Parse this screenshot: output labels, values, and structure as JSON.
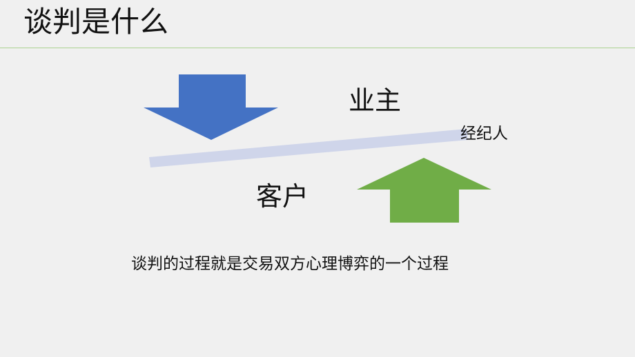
{
  "slide": {
    "title": "谈判是什么",
    "caption": "谈判的过程就是交易双方心理博弈的一个过程"
  },
  "diagram": {
    "labels": {
      "owner": "业主",
      "agent": "经纪人",
      "client": "客户"
    },
    "arrows": {
      "down": {
        "direction": "down",
        "color": "#4472c4"
      },
      "up": {
        "direction": "up",
        "color": "#70ad47"
      }
    },
    "bar_color": "#cfd5ea",
    "rule_color": "#a9d18e"
  }
}
